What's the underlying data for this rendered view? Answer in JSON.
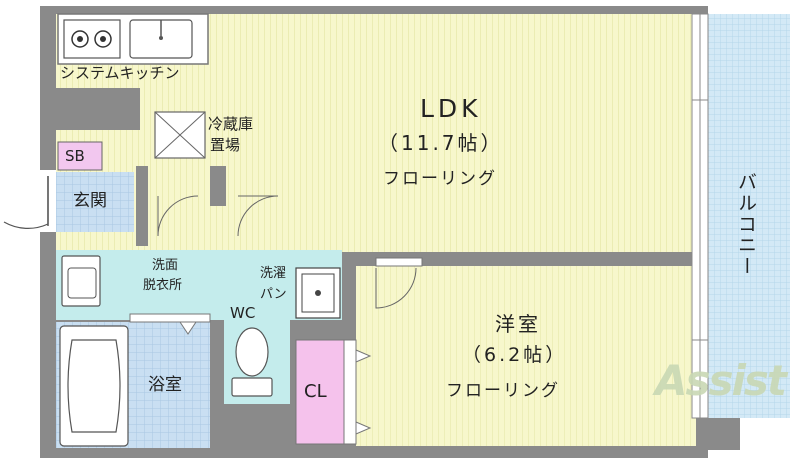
{
  "rooms": {
    "kitchen": "システムキッチン",
    "fridge_line1": "冷蔵庫",
    "fridge_line2": "置場",
    "ldk_name": "LDK",
    "ldk_size": "（11.7帖）",
    "ldk_floor": "フローリング",
    "sb": "SB",
    "entrance": "玄関",
    "washroom_line1": "洗面",
    "washroom_line2": "脱衣所",
    "laundry_line1": "洗濯",
    "laundry_line2": "パン",
    "wc": "WC",
    "bath": "浴室",
    "closet": "CL",
    "western_name": "洋室",
    "western_size": "（6.2帖）",
    "western_floor": "フローリング",
    "balcony": "バルコニー"
  },
  "logo": "Assist",
  "colors": {
    "wall": "#7a7a7a",
    "floor": "#f5f5c6",
    "floor_line": "#dfe09a",
    "wet_area": "#c4ecec",
    "tile": "#c9dff2",
    "sb": "#f2c7ef",
    "closet": "#f5c2ec",
    "balcony": "#cfe7f5",
    "logo": "#c9d8b4"
  }
}
